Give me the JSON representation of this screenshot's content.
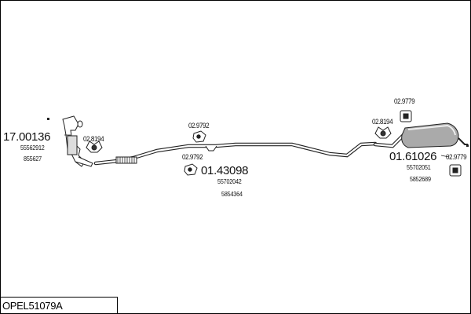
{
  "diagram_code": "OPEL51079A",
  "parts": {
    "catalyst": {
      "number": "17.00136",
      "oe1": "55562912",
      "oe2": "855627"
    },
    "center_pipe": {
      "number": "01.43098",
      "oe1": "55702042",
      "oe2": "5854364"
    },
    "rear_silencer": {
      "number": "01.61026",
      "oe1": "55702051",
      "oe2": "5852689"
    }
  },
  "fittings": {
    "clamp_front": "02.8194",
    "hanger_mid_top": "02.9792",
    "hanger_mid_bottom": "02.9792",
    "clamp_rear": "02.8194",
    "hanger_rear_top": "02.9779",
    "hanger_rear_right": "02.9779"
  }
}
